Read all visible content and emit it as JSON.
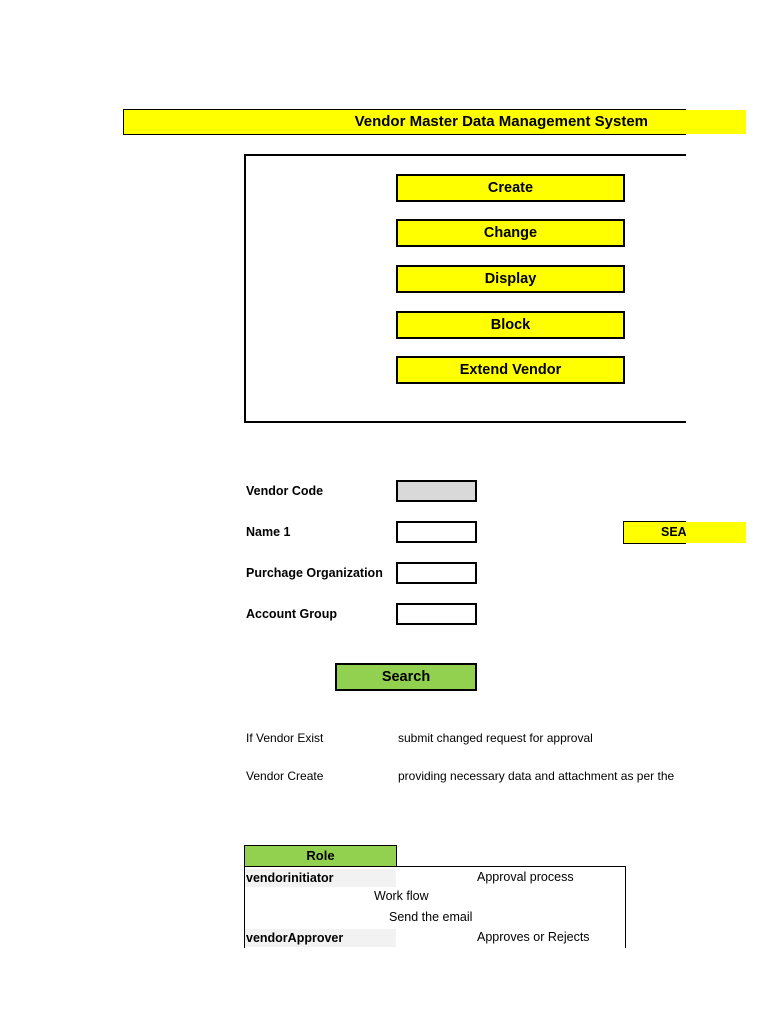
{
  "app": {
    "title": "Vendor Master Data Management System"
  },
  "menu": {
    "create": "Create",
    "change": "Change",
    "display": "Display",
    "block": "Block",
    "extend": "Extend Vendor"
  },
  "form": {
    "vendor_code_label": "Vendor  Code",
    "vendor_code_value": "",
    "name1_label": "Name 1",
    "name1_value": "",
    "purch_org_label": "Purchage Organization",
    "purch_org_value": "",
    "account_group_label": "Account Group",
    "account_group_value": "",
    "search_label": "Search",
    "search_side_label": "SEARCH"
  },
  "notes": {
    "row1_label": "If Vendor Exist",
    "row1_text": "submit changed request for approval",
    "row2_label": "Vendor Create",
    "row2_text": "providing necessary data and attachment as per the"
  },
  "roles": {
    "header": "Role",
    "initiator": "vendorinitiator",
    "approval_process": "Approval process",
    "workflow": "Work flow",
    "send_email": "Send the email",
    "approver": "vendorApprover",
    "approves_rejects": "Approves or Rejects"
  },
  "colors": {
    "yellow": "#ffff00",
    "green": "#92d050",
    "gray_field": "#d9d9d9"
  }
}
